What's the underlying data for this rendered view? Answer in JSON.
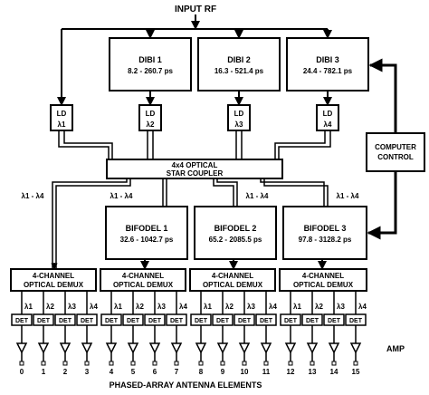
{
  "input_label": "INPUT RF",
  "dibi": [
    {
      "name": "DIBI 1",
      "range": "8.2 - 260.7 ps"
    },
    {
      "name": "DIBI 2",
      "range": "16.3 - 521.4 ps"
    },
    {
      "name": "DIBI 3",
      "range": "24.4 - 782.1 ps"
    }
  ],
  "laser_diodes": [
    {
      "label": "LD",
      "wavelength": "λ1"
    },
    {
      "label": "LD",
      "wavelength": "λ2"
    },
    {
      "label": "LD",
      "wavelength": "λ3"
    },
    {
      "label": "LD",
      "wavelength": "λ4"
    }
  ],
  "coupler": {
    "line1": "4x4 OPTICAL",
    "line2": "STAR COUPLER"
  },
  "computer_control": {
    "line1": "COMPUTER",
    "line2": "CONTROL"
  },
  "bifodel": [
    {
      "name": "BIFODEL 1",
      "range": "32.6 - 1042.7 ps"
    },
    {
      "name": "BIFODEL 2",
      "range": "65.2 - 2085.5 ps"
    },
    {
      "name": "BIFODEL 3",
      "range": "97.8 - 3128.2 ps"
    }
  ],
  "wavelength_range": "λ1 - λ4",
  "demux": {
    "line1": "4-CHANNEL",
    "line2": "OPTICAL DEMUX"
  },
  "demux_outputs": [
    "λ1",
    "λ2",
    "λ3",
    "λ4"
  ],
  "detector_label": "DET",
  "amp_label": "AMP",
  "element_numbers": [
    "0",
    "1",
    "2",
    "3",
    "4",
    "5",
    "6",
    "7",
    "8",
    "9",
    "10",
    "11",
    "12",
    "13",
    "14",
    "15"
  ],
  "footer": "PHASED-ARRAY ANTENNA ELEMENTS"
}
